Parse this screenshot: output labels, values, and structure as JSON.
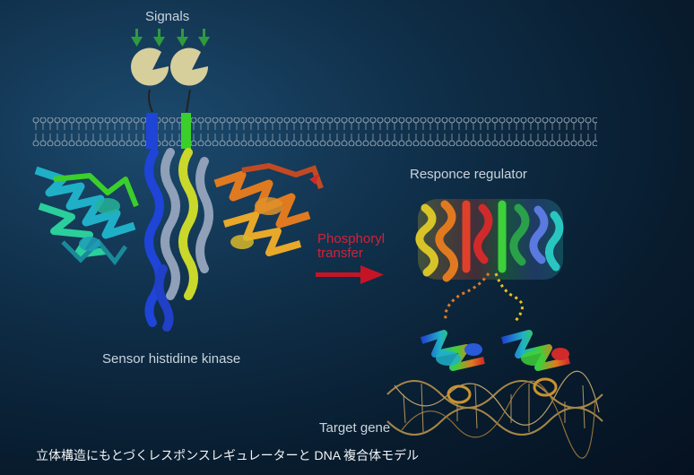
{
  "labels": {
    "signals": "Signals",
    "responce_regulator": "Responce regulator",
    "sensor_kinase": "Sensor histidine kinase",
    "target_gene": "Target gene",
    "phosphoryl_line1": "Phosphoryl",
    "phosphoryl_line2": "transfer"
  },
  "caption": "立体構造にもとづくレスポンスレギュレーターと DNA 複合体モデル",
  "colors": {
    "signal_arrows": "#2e9b3e",
    "receptor": "#d6cf9c",
    "helix_blue": "#1e44d8",
    "helix_green": "#3bcf2b",
    "transfer_arrow": "#c41426",
    "dna": "#b8924a",
    "linker": "#e8c020"
  },
  "icons": [
    "down-arrow-icon",
    "receptor-icon",
    "membrane-icon",
    "transfer-arrow-icon"
  ]
}
